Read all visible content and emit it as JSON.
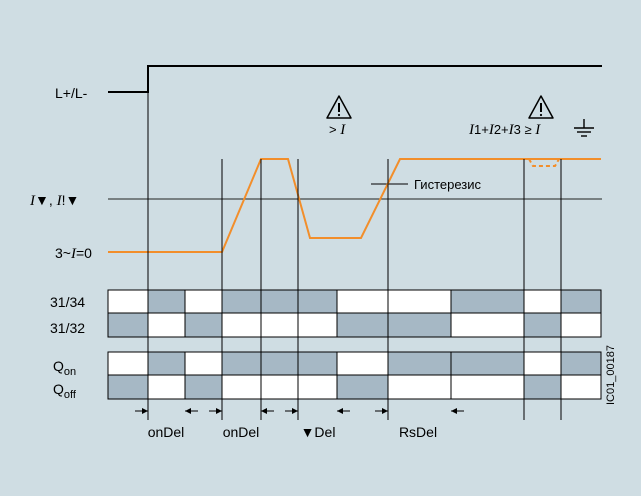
{
  "colors": {
    "background": "#cfdde3",
    "panel": "#ffffff",
    "signal": "#f28e2b",
    "cell_grey": "#a6b8c5",
    "line": "#000000"
  },
  "labels": {
    "supply": "L+/L-",
    "threshold_pre": "",
    "threshold_mid": "▼, ",
    "threshold_post": "!▼",
    "threshold_i1": "I",
    "threshold_i2": "I",
    "zero_pre": "3~",
    "zero_i": "I",
    "zero_post": "=0",
    "hysteresis": "Гистерезис",
    "overcurrent_sign": "> ",
    "overcurrent_i": "I",
    "ground_formula": "1+",
    "ground_formula2": "2+",
    "ground_formula3": "3 ≥ ",
    "row_3134": "31/34",
    "row_3132": "31/32",
    "q_on_main": "Q",
    "q_on_sub": "on",
    "q_off_main": "Q",
    "q_off_sub": "off",
    "figure_code": "IC01_00187"
  },
  "icons": [
    "warning-triangle-icon",
    "ground-icon"
  ],
  "delays": [
    {
      "label": "onDel"
    },
    {
      "label": "onDel"
    },
    {
      "label": "▼Del"
    },
    {
      "label": "RsDel"
    }
  ],
  "timeline": {
    "boundaries": [
      "t0",
      "t1",
      "t2",
      "t3",
      "t4",
      "t5",
      "t6",
      "t7",
      "t8",
      "t9",
      "t10",
      "t11",
      "t12"
    ],
    "rows": {
      "r3134": [
        "off",
        "on",
        "off",
        "on",
        "on",
        "on",
        "off",
        "off",
        "on",
        "off",
        "on"
      ],
      "r3132": [
        "on",
        "off",
        "on",
        "off",
        "off",
        "off",
        "on",
        "on",
        "off",
        "on",
        "off"
      ],
      "q_on": [
        "off",
        "on",
        "off",
        "on",
        "on",
        "on",
        "off",
        "on",
        "on",
        "off",
        "on"
      ],
      "q_off": [
        "on",
        "off",
        "on",
        "off",
        "off",
        "off",
        "on",
        "off",
        "off",
        "on",
        "off"
      ]
    }
  }
}
